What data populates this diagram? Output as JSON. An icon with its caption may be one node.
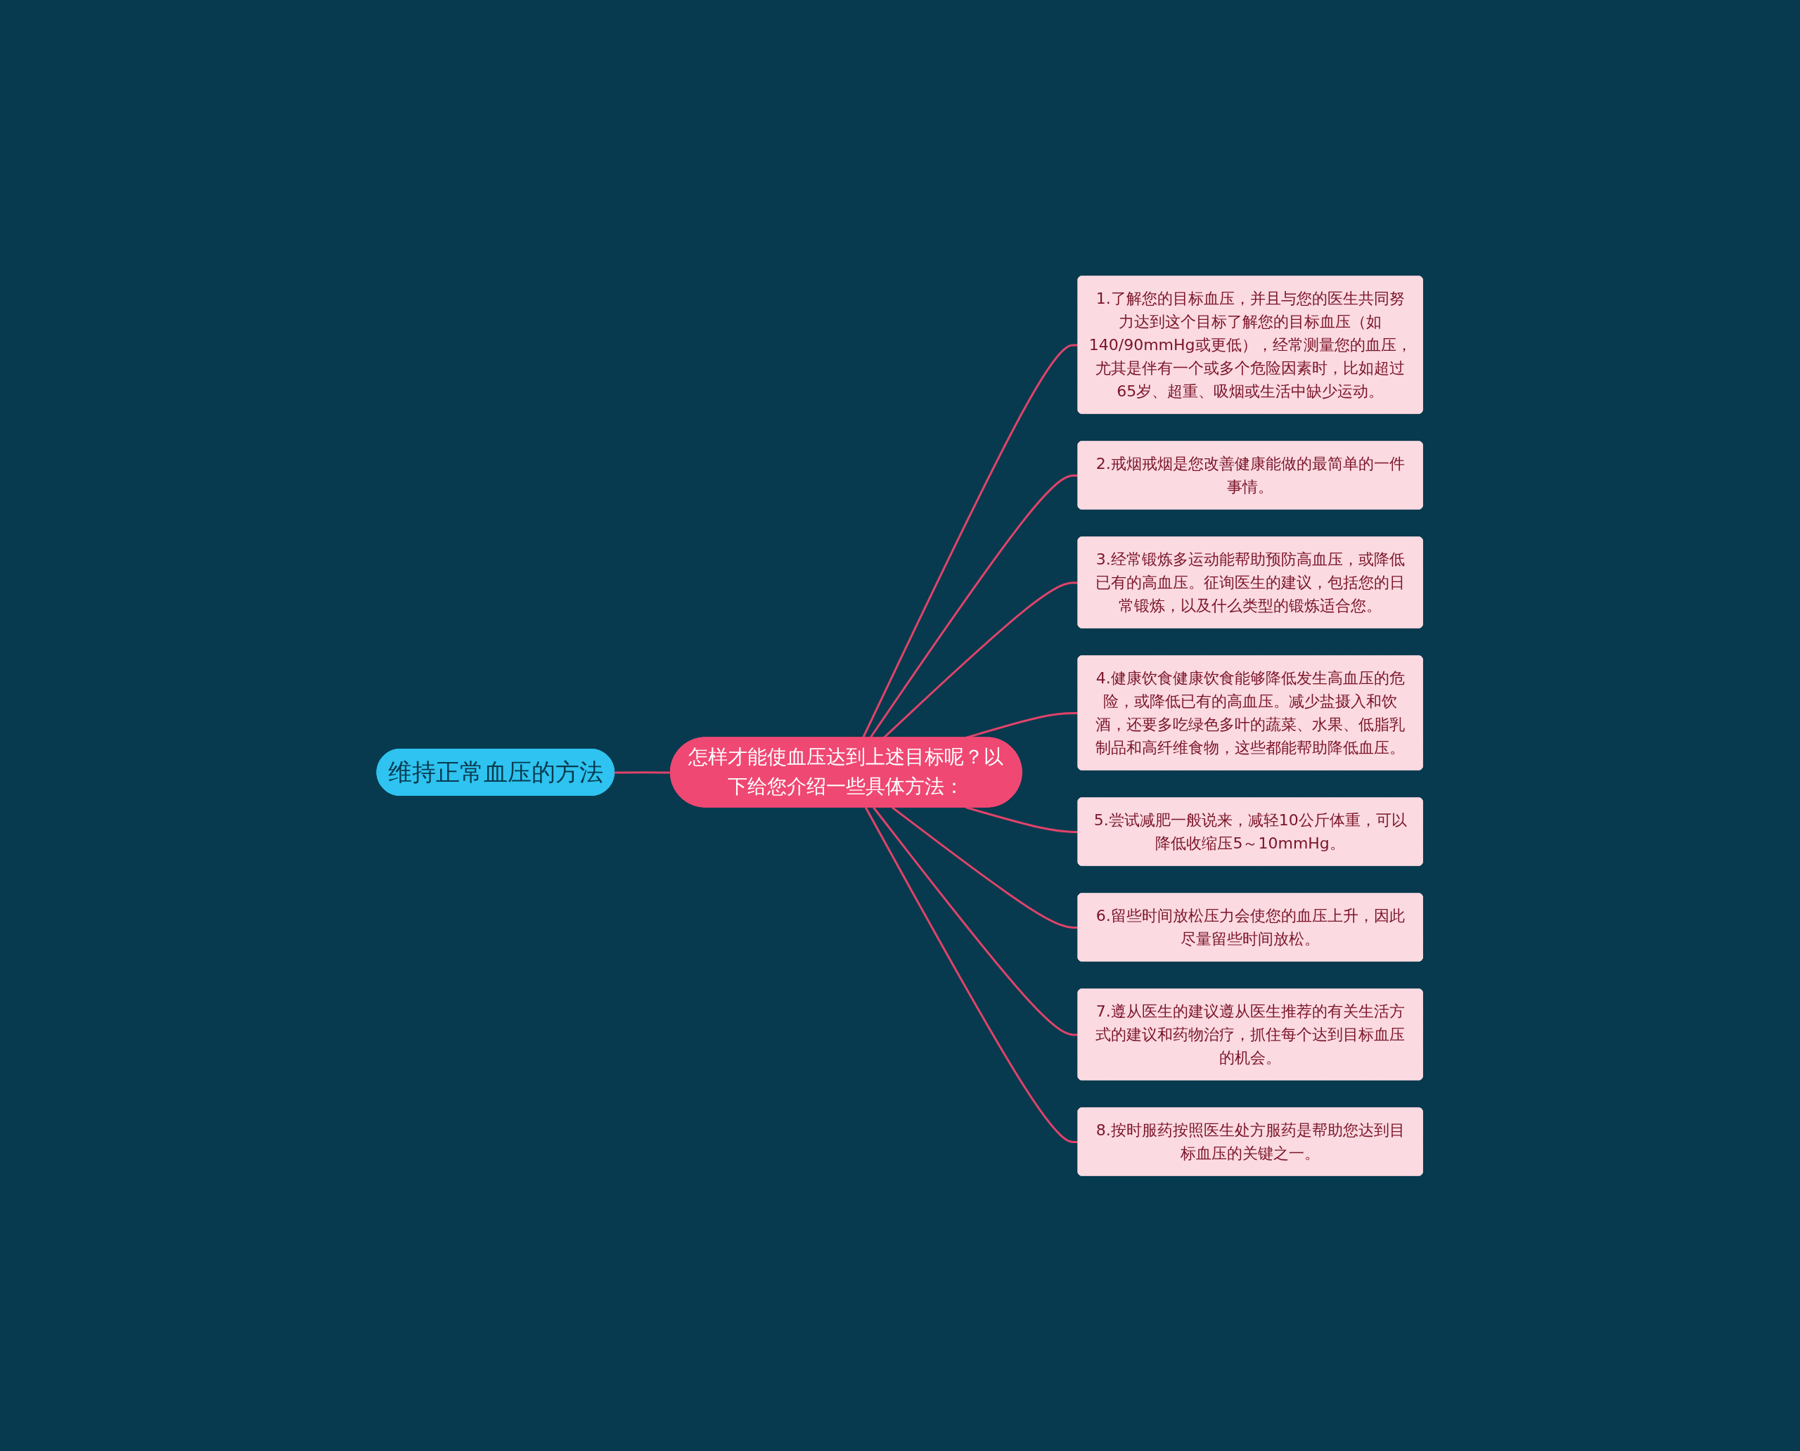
{
  "diagram": {
    "nodes": [
      {
        "text": [
          "维持正常血压的方法"
        ]
      },
      {
        "text": [
          "怎样才能使血压达到上述目标呢？以下给您介绍一些具体方法："
        ]
      },
      {
        "text": [
          "1.了解您的目标血压，并且与您的医生共同努力达到这个目标了解您的目标血压（如140/90mmHg或更低），经常测量您的血压，尤其是伴有一个或多个危险因素时，比如超过65岁、超重、吸烟或生活中缺少运动。"
        ]
      },
      {
        "text": [
          "2.戒烟戒烟是您改善健康能做的最简单的一件事情。"
        ]
      },
      {
        "text": [
          "3.经常锻炼多运动能帮助预防高血压，或降低已有的高血压。征询医生的建议，包括您的日常锻炼，以及什么类型的锻炼适合您。"
        ]
      },
      {
        "text": [
          "4.健康饮食健康饮食能够降低发生高血压的危险，或降低已有的高血压。减少盐摄入和饮酒，还要多吃绿色多叶的蔬菜、水果、低脂乳制品和高纤维食物，这些都能帮助降低血压。"
        ]
      },
      {
        "text": [
          "5.尝试减肥一般说来，减轻10公斤体重，可以降低收缩压5～10mmHg。"
        ]
      },
      {
        "text": [
          "6.留些时间放松压力会使您的血压上升，因此尽量留些时间放松。"
        ]
      },
      {
        "text": [
          "7.遵从医生的建议遵从医生推荐的有关生活方式的建议和药物治疗，抓住每个达到目标血压的机会。"
        ]
      },
      {
        "text": [
          "8.按时服药按照医生处方服药是帮助您达到目标血压的关键之一。"
        ]
      }
    ],
    "edges": [
      {
        "from": 0,
        "to": 1,
        "arrow": "none"
      },
      {
        "from": 1,
        "to": 2,
        "arrow": "none"
      },
      {
        "from": 1,
        "to": 3,
        "arrow": "none"
      },
      {
        "from": 1,
        "to": 4,
        "arrow": "none"
      },
      {
        "from": 1,
        "to": 5,
        "arrow": "none"
      },
      {
        "from": 1,
        "to": 6,
        "arrow": "none"
      },
      {
        "from": 1,
        "to": 7,
        "arrow": "none"
      },
      {
        "from": 1,
        "to": 8,
        "arrow": "none"
      },
      {
        "from": 1,
        "to": 9,
        "arrow": "none"
      }
    ]
  }
}
